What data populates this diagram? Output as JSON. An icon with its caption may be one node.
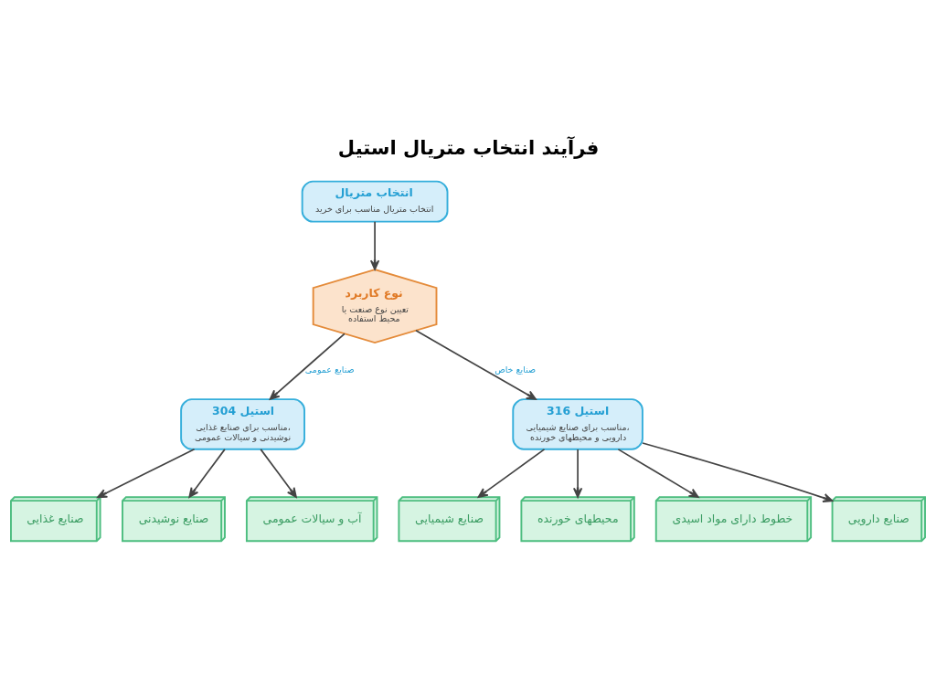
{
  "diagram": {
    "title": "فرآیند انتخاب متریال استیل",
    "nodes": [
      {
        "text": [
          "انتخاب متریال",
          "انتخاب متریال مناسب برای خرید"
        ]
      },
      {
        "text": [
          "نوع کاربرد",
          "تعیین نوع صنعت یا محیط استفاده"
        ]
      },
      {
        "text": [
          "استیل 304",
          "مناسب برای صنایع غذایی، نوشیدنی و سیالات عمومی"
        ]
      },
      {
        "text": [
          "استیل 316",
          "مناسب برای صنایع شیمیایی، دارویی و محیطهای خورنده"
        ]
      },
      {
        "text": [
          "صنایع غذایی"
        ]
      },
      {
        "text": [
          "صنایع نوشیدنی"
        ]
      },
      {
        "text": [
          "آب و سیالات عمومی"
        ]
      },
      {
        "text": [
          "صنایع شیمیایی"
        ]
      },
      {
        "text": [
          "محیطهای خورنده"
        ]
      },
      {
        "text": [
          "خطوط دارای مواد اسیدی"
        ]
      },
      {
        "text": [
          "صنایع دارویی"
        ]
      }
    ],
    "edges": [
      {
        "from": 0,
        "to": 1,
        "arrow": "to"
      },
      {
        "from": 1,
        "to": 2,
        "arrow": "to",
        "label": "صنایع عمومی"
      },
      {
        "from": 1,
        "to": 3,
        "arrow": "to",
        "label": "صنایع خاص"
      },
      {
        "from": 2,
        "to": 4,
        "arrow": "to"
      },
      {
        "from": 2,
        "to": 5,
        "arrow": "to"
      },
      {
        "from": 2,
        "to": 6,
        "arrow": "to"
      },
      {
        "from": 3,
        "to": 7,
        "arrow": "to"
      },
      {
        "from": 3,
        "to": 8,
        "arrow": "to"
      },
      {
        "from": 3,
        "to": 9,
        "arrow": "to"
      },
      {
        "from": 3,
        "to": 10,
        "arrow": "to"
      }
    ]
  }
}
